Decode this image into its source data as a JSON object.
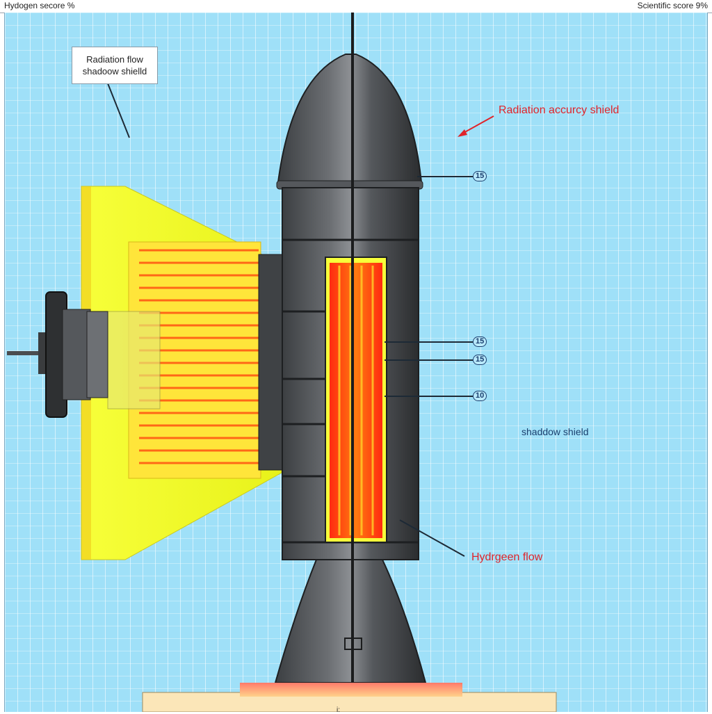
{
  "header": {
    "left_title": "Hydogen secore %",
    "right_title": "Scientific score 9%"
  },
  "callout": {
    "line1": "Radiation flow",
    "line2": "shadoow shielld"
  },
  "labels": {
    "radiation_shield": "Radiation accurcy shield",
    "shadow_shield": "shaddow shield",
    "hydrogen_flow": "Hydrgeen flow",
    "bottom_mark": "i:"
  },
  "tags": [
    "15",
    "15",
    "15",
    "10"
  ],
  "colors": {
    "background": "#9fe0f8",
    "engine_body": "#4a4d50",
    "radiation_cone": "#f2ff2a",
    "heat_core": "#ff3a12",
    "label_red": "#e0242a",
    "label_blue": "#1a3f6e"
  }
}
